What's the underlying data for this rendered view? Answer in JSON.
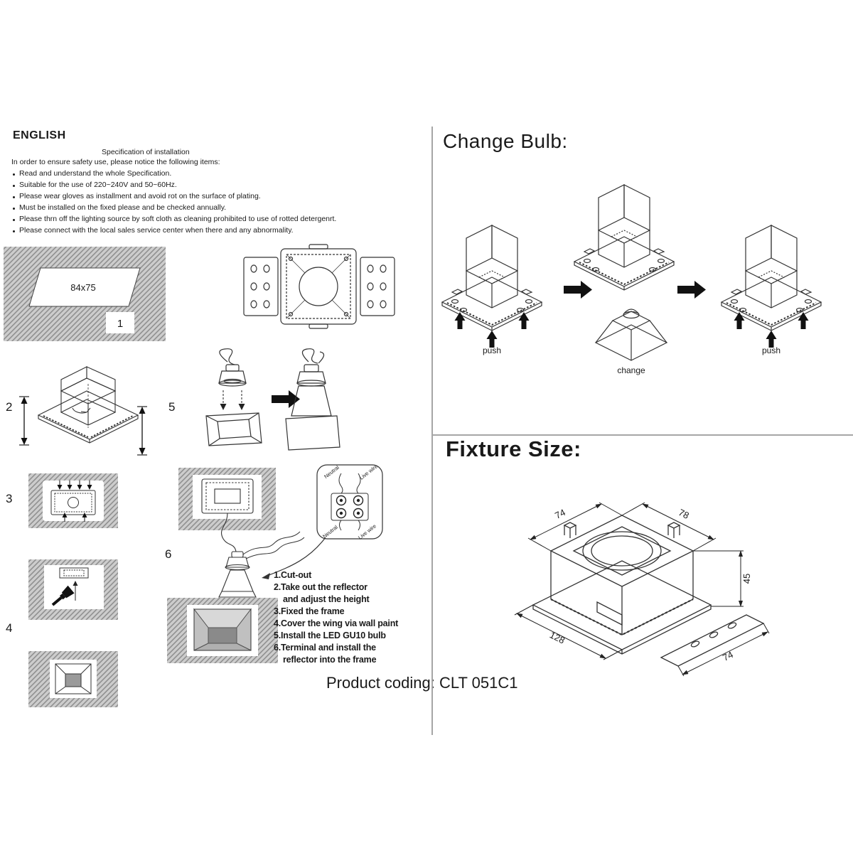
{
  "left": {
    "language_heading": "ENGLISH",
    "spec_title": "Specification of installation",
    "intro": "In order to ensure safety use, please notice the following items:",
    "bullets": [
      "Read and understand the whole Specification.",
      "Suitable for the use of 220~240V and 50~60Hz.",
      "Please wear gloves as installment and avoid rot on the surface of plating.",
      "Must be installed on the fixed please and be checked annually.",
      "Please thrn off the lighting source by soft cloth as cleaning prohibited to use of rotted detergenrt.",
      "Please connect with the local sales service center when there and any abnormality."
    ],
    "cutout": {
      "size_label": "84x75",
      "step_number": "1"
    },
    "steps": {
      "two": "2",
      "three": "3",
      "four": "4",
      "five": "5",
      "six": "6"
    },
    "wiring": {
      "neutral": "Neutral",
      "live": "Live wire"
    },
    "instructions": [
      "1.Cut-out",
      "2.Take out the reflector",
      "and adjust the height",
      "3.Fixed the frame",
      "4.Cover the wing via wall paint",
      "5.Install the LED GU10 bulb",
      "6.Terminal and install the",
      "reflector into the frame"
    ],
    "product_coding": "Product coding: CLT 051C1"
  },
  "right": {
    "change_bulb_heading": "Change Bulb:",
    "push_label": "push",
    "change_label": "change",
    "fixture_size_heading": "Fixture Size:",
    "dimensions": {
      "top_left_width": "74",
      "top_right_width": "78",
      "height": "45",
      "bottom_left_length": "128",
      "bottom_right_width": "74"
    }
  },
  "colors": {
    "line": "#333333",
    "hatch_bg": "#cdcdcd",
    "hatch_line": "#878787",
    "arrow": "#111111",
    "divider": "#a6a6a6"
  }
}
